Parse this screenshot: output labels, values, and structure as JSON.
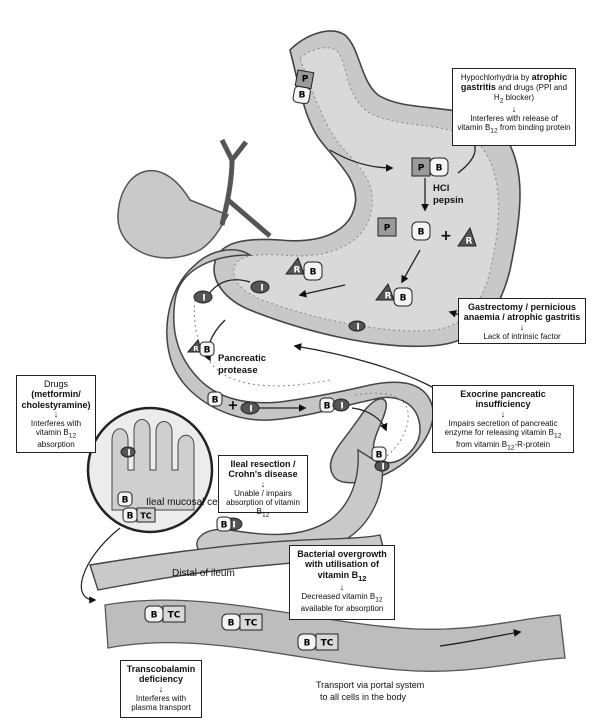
{
  "labels": {
    "P": "P",
    "B": "B",
    "R": "R",
    "I": "I",
    "TC": "TC",
    "plus": "+",
    "hcl": "HCl",
    "pepsin": "pepsin",
    "pancreatic": "Pancreatic",
    "protease": "protease",
    "ileal_cell": "Ileal mucosal cell",
    "distal_ileum": "Distal of ileum",
    "portal_1": "Transport via portal system",
    "portal_2": "to all cells in the body"
  },
  "boxes": {
    "hypo": {
      "title_pre": "Hypochlorhydria by ",
      "title_bold": "atrophic gastritis",
      "line2": " and drugs (PPI and H",
      "line2_sub": "2",
      "line2_end": " blocker)",
      "arrow": "↓",
      "desc": "Interferes with release of vitamin B",
      "desc_sub": "12",
      "desc_end": " from binding protein"
    },
    "gastrectomy": {
      "title": "Gastrectomy / pernicious anaemia / atrophic gastritis",
      "arrow": "↓",
      "desc": "Lack of intrinsic factor"
    },
    "exocrine": {
      "title": "Exocrine pancreatic insufficiency",
      "arrow": "↓",
      "desc": "Impairs secretion of pancreatic enzyme for releasing vitamin B",
      "desc_sub": "12",
      "desc_mid": " from vitamin B",
      "desc_sub2": "12",
      "desc_end": "-R-protein"
    },
    "drugs": {
      "title": "Drugs",
      "title2": "(metformin/ cholestyramine)",
      "arrow": "↓",
      "desc": "Interferes with vitamin B",
      "desc_sub": "12",
      "desc_end": " absorption"
    },
    "ileal": {
      "title": "Ileal resection / Crohn's disease",
      "arrow": "↓",
      "desc": "Unable / impairs absorption of vitamin B",
      "desc_sub": "12"
    },
    "bacterial": {
      "title": "Bacterial overgrowth with utilisation of vitamin B",
      "title_sub": "12",
      "arrow": "↓",
      "desc": "Decreased vitamin B",
      "desc_sub": "12",
      "desc_end": " available for absorption"
    },
    "transcobalamin": {
      "title": "Transcobalamin deficiency",
      "arrow": "↓",
      "desc": "Interferes with plasma transport"
    }
  }
}
